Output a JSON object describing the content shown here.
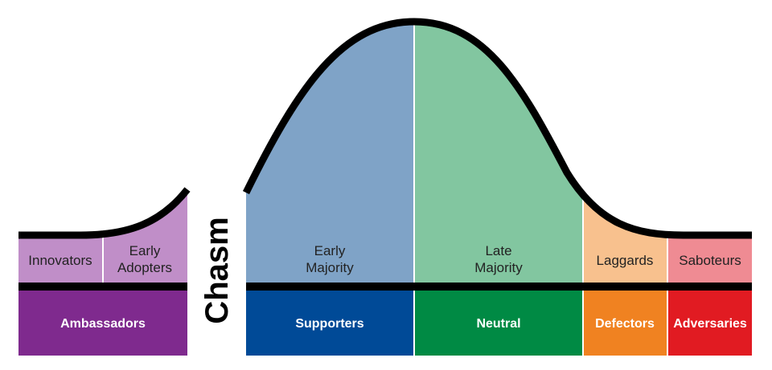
{
  "title": "Chasm",
  "segments": [
    {
      "upper": [
        "Innovators"
      ],
      "upper_color": "#c08ec8"
    },
    {
      "upper": [
        "Early",
        "Adopters"
      ],
      "upper_color": "#c08ec8"
    },
    {
      "upper": [
        "Early",
        "Majority"
      ],
      "upper_color": "#7fa3c7"
    },
    {
      "upper": [
        "Late",
        "Majority"
      ],
      "upper_color": "#82c6a0"
    },
    {
      "upper": [
        "Laggards"
      ],
      "upper_color": "#f8c18e"
    },
    {
      "upper": [
        "Saboteurs"
      ],
      "upper_color": "#ef8b93"
    }
  ],
  "categories": [
    {
      "label": "Ambassadors",
      "color": "#7f2a8e"
    },
    {
      "label": "Supporters",
      "color": "#004a97"
    },
    {
      "label": "Neutral",
      "color": "#008a44"
    },
    {
      "label": "Defectors",
      "color": "#f08221"
    },
    {
      "label": "Adversaries",
      "color": "#e11b22"
    }
  ]
}
